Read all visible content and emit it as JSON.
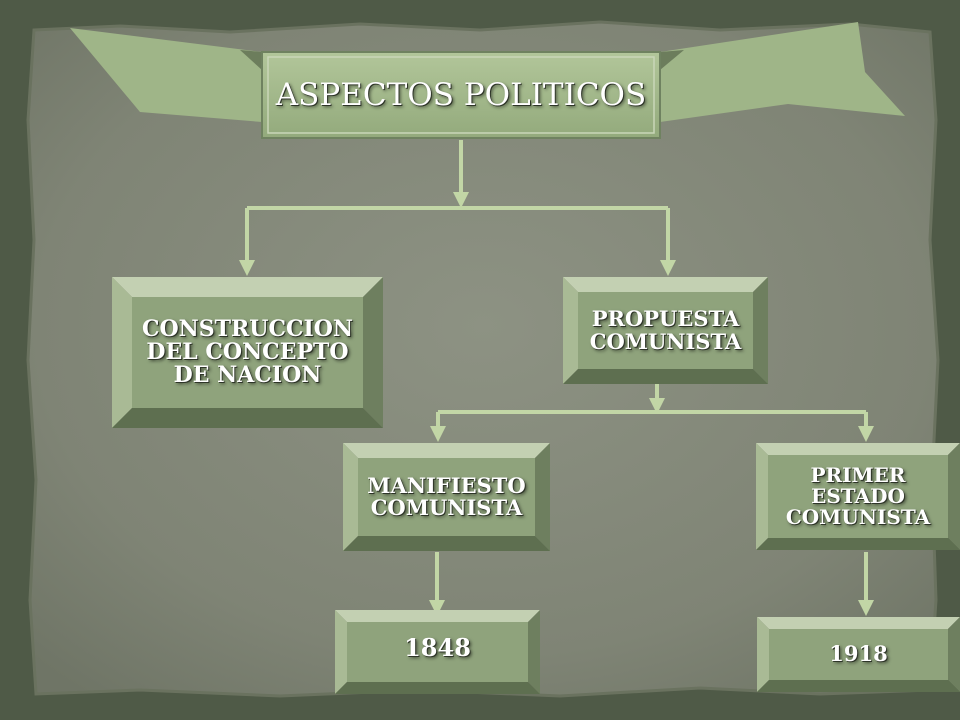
{
  "title": "ASPECTOS POLITICOS",
  "nodes": {
    "construccion": "CONSTRUCCION\nDEL CONCEPTO\nDE NACION",
    "propuesta": "PROPUESTA\nCOMUNISTA",
    "manifiesto": "MANIFIESTO\nCOMUNISTA",
    "primer_estado": "PRIMER\nESTADO\nCOMUNISTA",
    "year_1848": "1848",
    "year_1918": "1918"
  },
  "colors": {
    "board": "#858a7b",
    "frame": "#4f5a47",
    "box_face": "#8fa37c",
    "box_light": "#c3d0b2",
    "box_dark": "#5e6f50",
    "connector": "#c2d6a6"
  }
}
